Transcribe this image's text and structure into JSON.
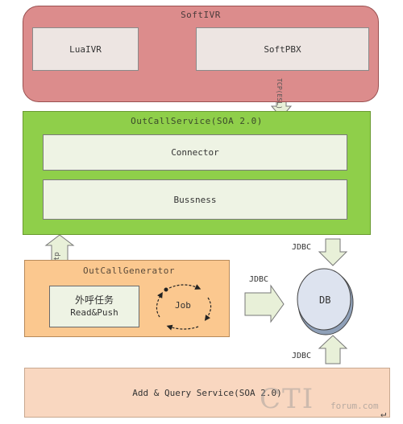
{
  "soft_ivr": {
    "title": "SoftIVR",
    "lua_ivr": "LuaIVR",
    "soft_pbx": "SoftPBX"
  },
  "link_label_top": "TCP(ESL)",
  "out_call_service": {
    "title": "OutCallService(SOA 2.0)",
    "connector": "Connector",
    "bussness": "Bussness"
  },
  "http_label": "Http",
  "out_call_generator": {
    "title": "OutCallGenerator",
    "task_zh": "外呼任务",
    "task_en": "Read&Push",
    "job": "Job"
  },
  "jdbc_top": "JDBC",
  "jdbc_left": "JDBC",
  "jdbc_bottom": "JDBC",
  "db": {
    "label": "DB"
  },
  "add_query_service": {
    "title": "Add & Query Service(SOA 2.0)"
  },
  "watermark": {
    "big": "CTI",
    "small": "forum.com"
  },
  "return_mark": "↵"
}
